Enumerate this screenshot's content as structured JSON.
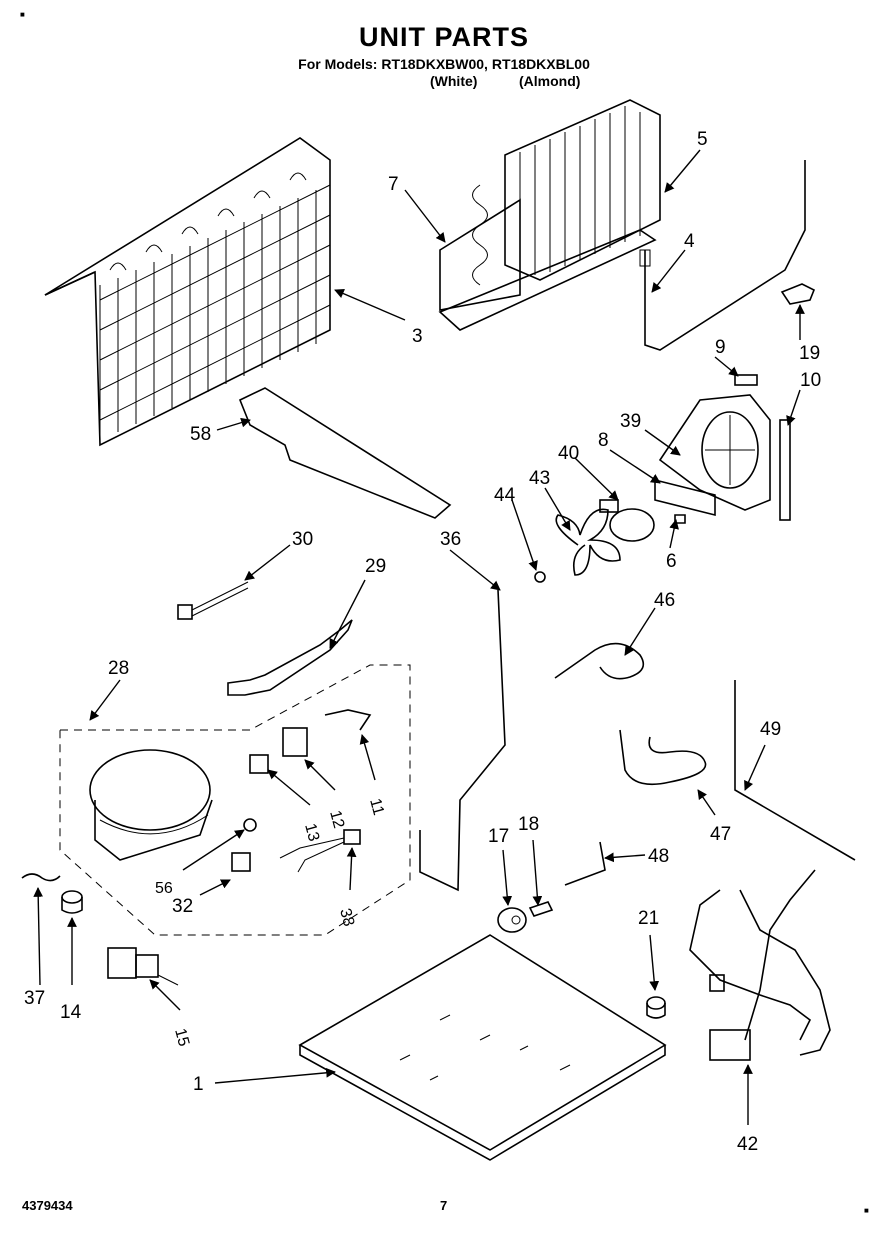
{
  "header": {
    "title": "UNIT PARTS",
    "models_line": "For Models: RT18DKXBW00, RT18DKXBL00",
    "variant_white": "(White)",
    "variant_almond": "(Almond)"
  },
  "footer": {
    "doc_number": "4379434",
    "page_number": "7"
  },
  "callouts": {
    "c1": "1",
    "c3": "3",
    "c4": "4",
    "c5": "5",
    "c6": "6",
    "c7": "7",
    "c8": "8",
    "c9": "9",
    "c10": "10",
    "c11": "11",
    "c12": "12",
    "c13": "13",
    "c14": "14",
    "c15": "15",
    "c17": "17",
    "c18": "18",
    "c19": "19",
    "c21": "21",
    "c28": "28",
    "c29": "29",
    "c30": "30",
    "c32": "32",
    "c36": "36",
    "c37": "37",
    "c38": "38",
    "c39": "39",
    "c40": "40",
    "c42": "42",
    "c43": "43",
    "c44": "44",
    "c46": "46",
    "c47": "47",
    "c48": "48",
    "c49": "49",
    "c56": "56",
    "c58": "58"
  }
}
